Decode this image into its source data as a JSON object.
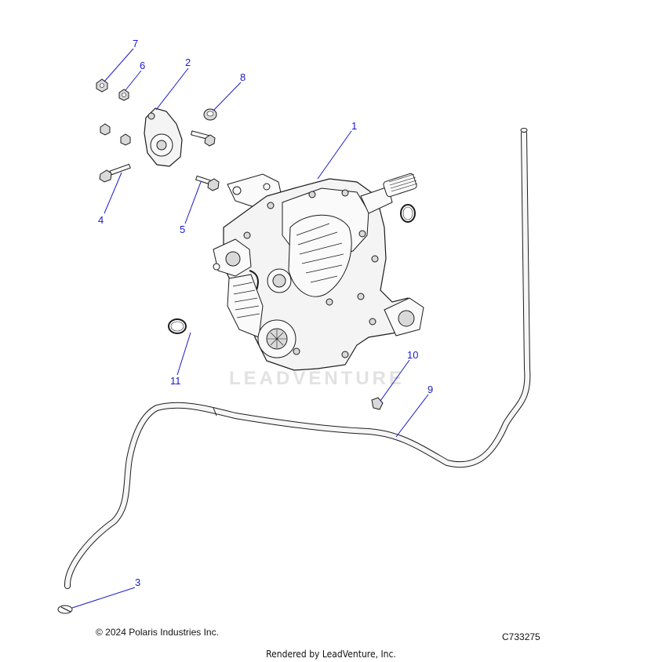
{
  "diagram": {
    "watermark": "LEADVENTURE",
    "callouts": [
      "1",
      "2",
      "3",
      "4",
      "5",
      "6",
      "7",
      "8",
      "9",
      "10",
      "11"
    ]
  },
  "footer": {
    "copyright": "© 2024 Polaris Industries Inc.",
    "code": "C733275",
    "rendered_by": "Rendered by LeadVenture, Inc."
  }
}
